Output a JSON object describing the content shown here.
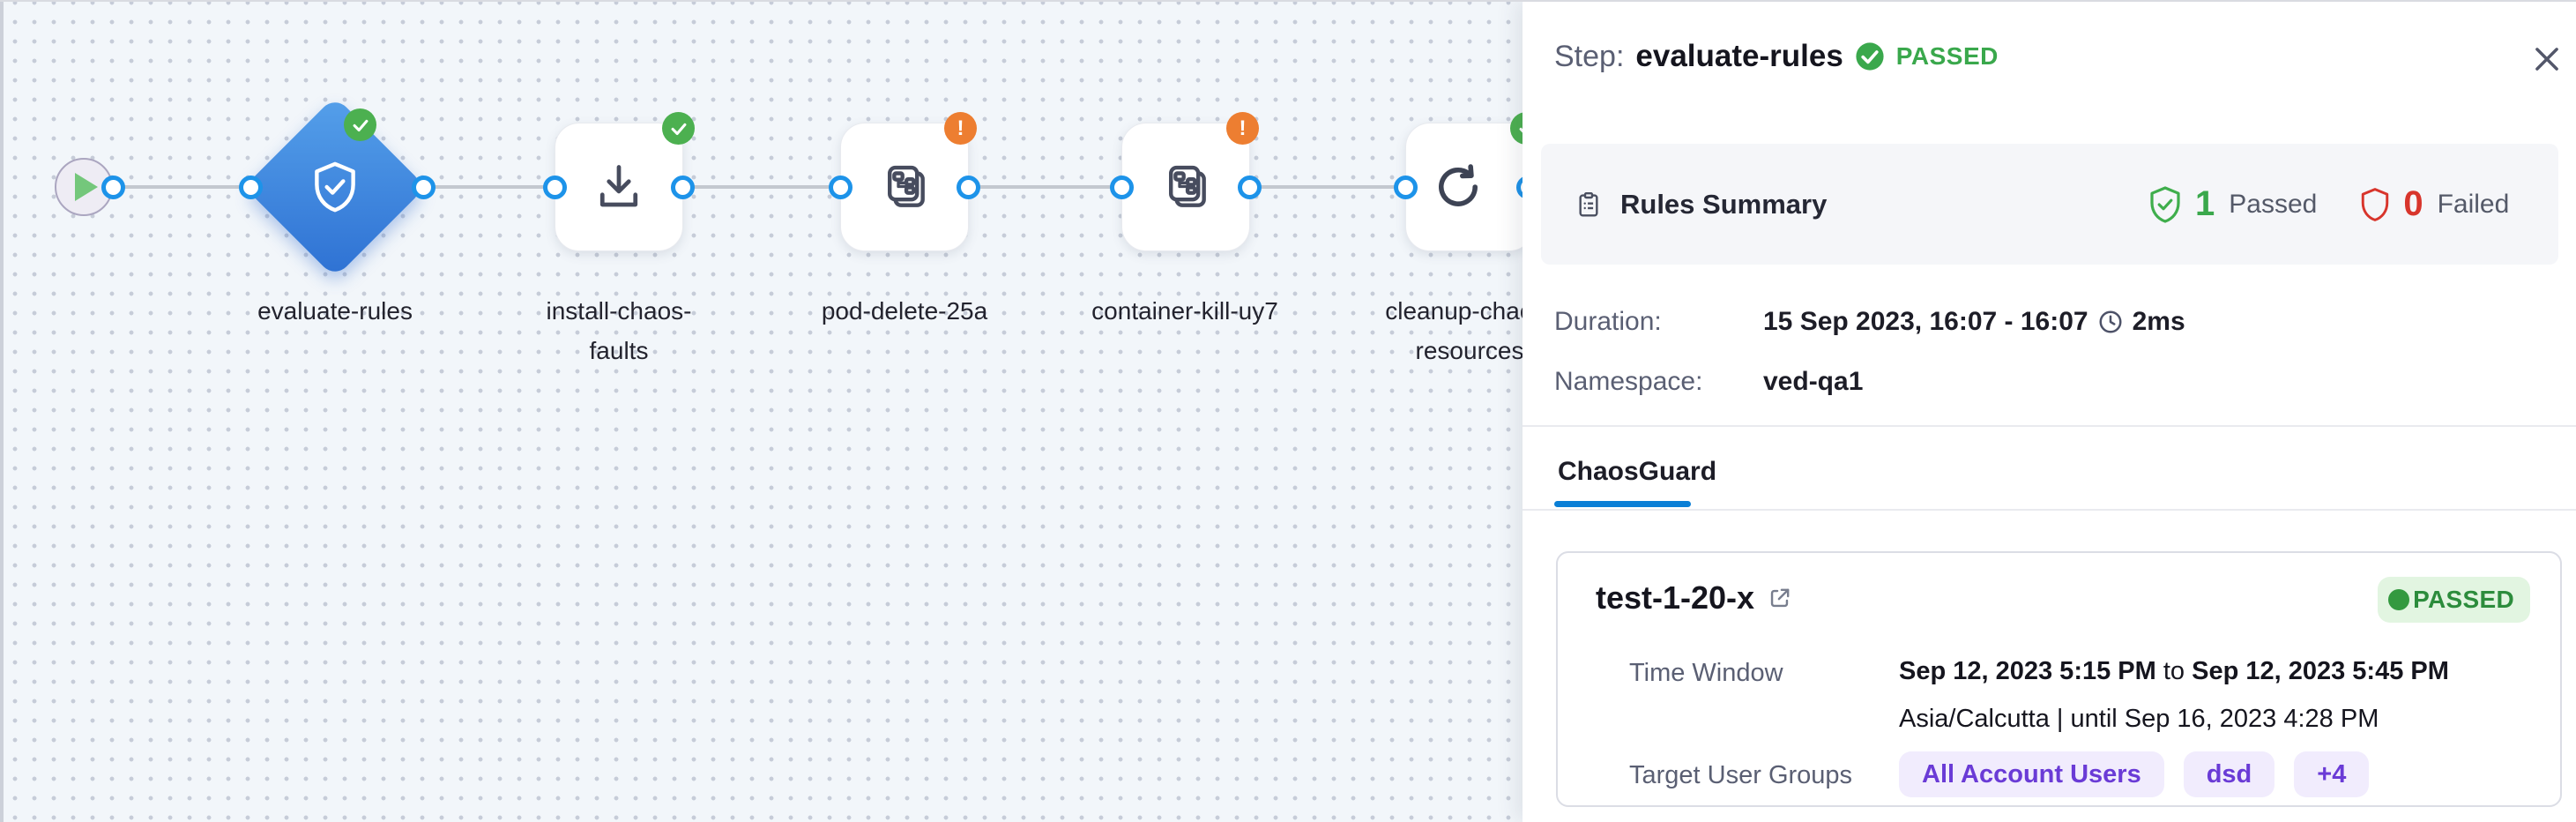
{
  "pipeline": {
    "nodes": [
      {
        "id": "start",
        "type": "start"
      },
      {
        "id": "evaluate-rules",
        "type": "diamond",
        "label": "evaluate-rules",
        "status": "passed",
        "icon": "shield-check"
      },
      {
        "id": "install-chaos-faults",
        "type": "step",
        "label1": "install-chaos-",
        "label2": "faults",
        "status": "passed",
        "icon": "download"
      },
      {
        "id": "pod-delete-25a",
        "type": "step",
        "label": "pod-delete-25a",
        "status": "warning",
        "icon": "chaos-experiment"
      },
      {
        "id": "container-kill-uy7",
        "type": "step",
        "label": "container-kill-uy7",
        "status": "warning",
        "icon": "chaos-experiment"
      },
      {
        "id": "cleanup-chaos-resources",
        "type": "step",
        "label1": "cleanup-chaos-",
        "label2": "resources",
        "status": "passed",
        "icon": "refresh"
      }
    ]
  },
  "panel": {
    "header": {
      "label": "Step:",
      "step_name": "evaluate-rules",
      "status": "PASSED"
    },
    "rules_summary": {
      "title": "Rules Summary",
      "passed_count": "1",
      "passed_label": "Passed",
      "failed_count": "0",
      "failed_label": "Failed"
    },
    "details": {
      "duration_label": "Duration:",
      "duration_value": "15 Sep 2023, 16:07 - 16:07",
      "duration_elapsed": "2ms",
      "namespace_label": "Namespace:",
      "namespace_value": "ved-qa1"
    },
    "tabs": [
      {
        "label": "ChaosGuard",
        "active": true
      }
    ],
    "guard_card": {
      "name": "test-1-20-x",
      "status": "PASSED",
      "time_window_label": "Time Window",
      "time_window_start": "Sep 12, 2023 5:15 PM",
      "time_window_join": " to ",
      "time_window_end": "Sep 12, 2023 5:45 PM",
      "timezone_line": "Asia/Calcutta | until Sep 16, 2023 4:28 PM",
      "target_groups_label": "Target User Groups",
      "target_groups": {
        "0": "All Account Users",
        "1": "dsd",
        "2": "+4"
      }
    }
  },
  "colors": {
    "accent_blue": "#1d93e9",
    "node_blue": "#2e71d3",
    "success_green": "#3aa84c",
    "warning_orange": "#ed7e31",
    "error_red": "#d8352c",
    "tag_purple": "#6a3bd6",
    "canvas_bg": "#f2f6fa"
  }
}
